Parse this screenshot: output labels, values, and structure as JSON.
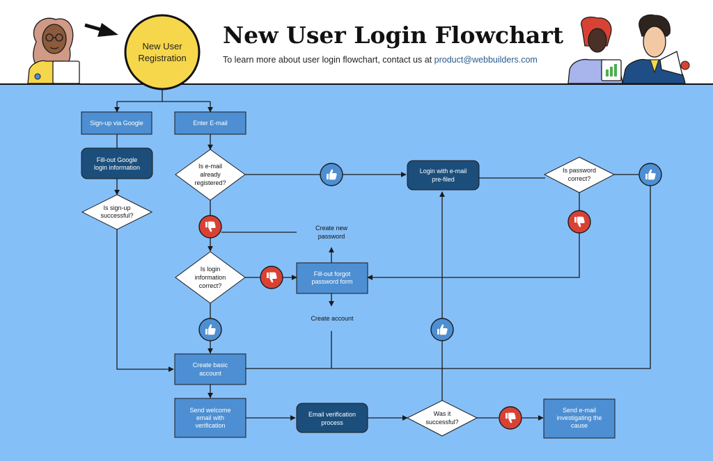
{
  "header": {
    "title": "New User Login Flowchart",
    "subtitle_prefix": "To learn more about user login flowchart, contact us at ",
    "subtitle_email": "product@webbuilders.com"
  },
  "start": {
    "line1": "New User",
    "line2": "Registration"
  },
  "nodes": {
    "signup_google": "Sign-up via Google",
    "enter_email": "Enter E-mail",
    "fill_google": [
      "Fill-out Google",
      "login information"
    ],
    "is_signup_successful": [
      "Is sign-up",
      "successful?"
    ],
    "is_email_registered": [
      "Is e-mail",
      "already",
      "registered?"
    ],
    "login_prefilled": [
      "Login with e-mail",
      "pre-filed"
    ],
    "is_password_correct": [
      "Is password",
      "correct?"
    ],
    "create_new_password": [
      "Create new",
      "password"
    ],
    "is_login_correct": [
      "Is login",
      "information",
      "correct?"
    ],
    "forgot_password_form": [
      "Fill-out forgot",
      "password form"
    ],
    "create_account": "Create account",
    "create_basic_account": [
      "Create basic",
      "account"
    ],
    "send_welcome": [
      "Send welcome",
      "email with",
      "verification"
    ],
    "email_verification": [
      "Email verification",
      "process"
    ],
    "was_it_successful": [
      "Was it",
      "successful?"
    ],
    "send_investigating": [
      "Send e-mail",
      "investigating the",
      "cause"
    ]
  },
  "colors": {
    "background": "#85bff8",
    "box_medium": "#4d8fd2",
    "box_dark": "#1c4e7b",
    "diamond": "#ffffff",
    "start_circle": "#f6d74b",
    "thumb_up": "#4d8fd2",
    "thumb_down": "#d84235"
  },
  "icons": [
    "thumbs-up-icon",
    "thumbs-down-icon",
    "arrow-icon"
  ]
}
